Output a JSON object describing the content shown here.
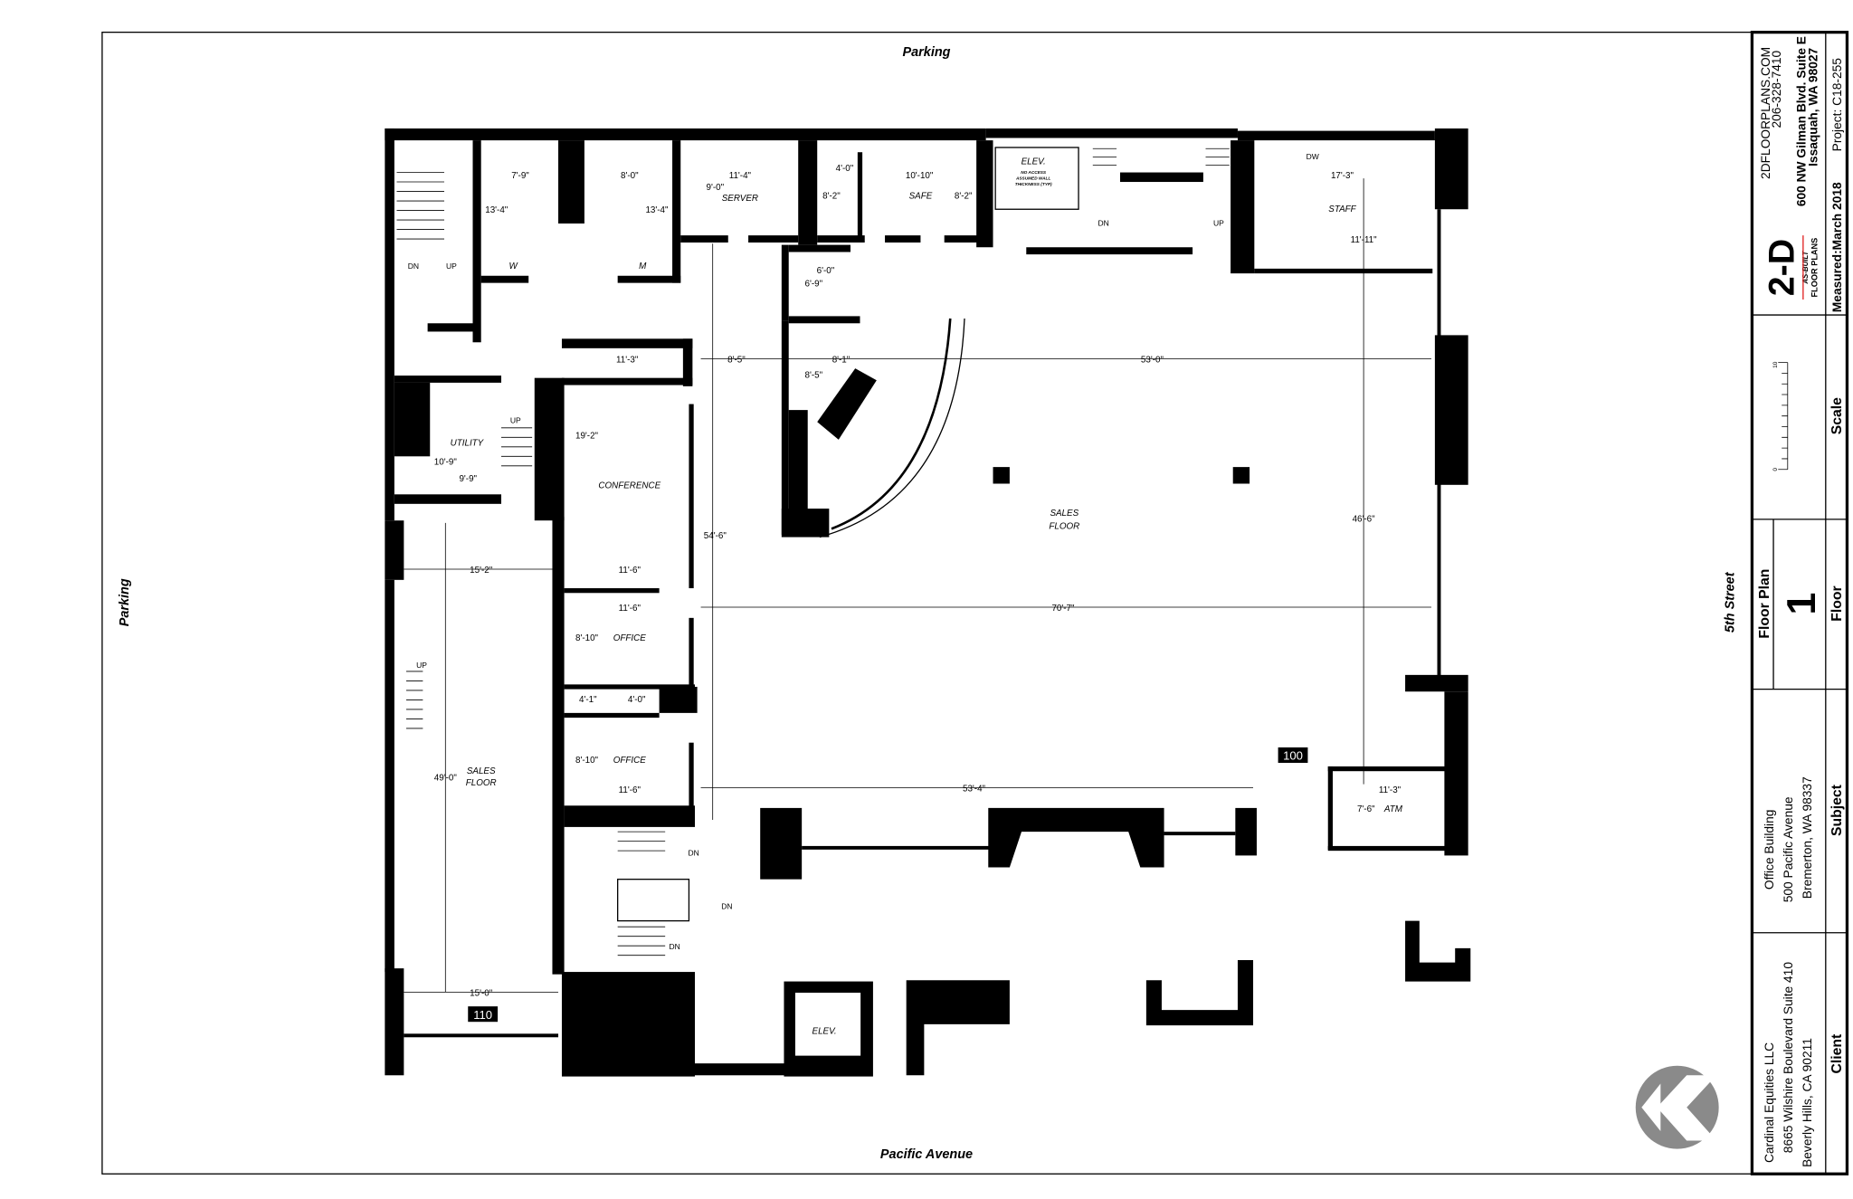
{
  "streets": {
    "top": "Parking",
    "left": "Parking",
    "bottom": "Pacific Avenue",
    "right": "5th Street"
  },
  "rooms": {
    "server": "SERVER",
    "safe": "SAFE",
    "staff": "STAFF",
    "utility": "UTILITY",
    "conference": "CONFERENCE",
    "office1": "OFFICE",
    "office2": "OFFICE",
    "sales_main_1": "SALES",
    "sales_main_2": "FLOOR",
    "sales_left_1": "SALES",
    "sales_left_2": "FLOOR",
    "atm": "ATM",
    "elev1": "ELEV.",
    "elev2": "ELEV.",
    "elev3": "ELEV.",
    "womens": "W",
    "mens": "M",
    "dishwasher": "DW"
  },
  "elevator_note": [
    "NO ACCESS",
    "ASSUMED WALL",
    "THICKNESS (TYP)"
  ],
  "stairs": [
    "DN",
    "UP",
    "UP",
    "UP",
    "DN",
    "DN",
    "DN",
    "DN",
    "UP"
  ],
  "units": {
    "main": "100",
    "left": "110"
  },
  "dimensions": [
    "7'-9\"",
    "8'-0\"",
    "13'-4\"",
    "13'-4\"",
    "11'-4\"",
    "9'-0\"",
    "4'-0\"",
    "10'-10\"",
    "8'-2\"",
    "8'-2\"",
    "17'-3\"",
    "11'-11\"",
    "6'-0\"",
    "6'-9\"",
    "11'-3\"",
    "8'-5\"",
    "8'-1\"",
    "8'-5\"",
    "53'-0\"",
    "19'-2\"",
    "10'-9\"",
    "9'-9\"",
    "54'-6\"",
    "46'-6\"",
    "15'-2\"",
    "11'-6\"",
    "11'-6\"",
    "70'-7\"",
    "8'-10\"",
    "4'-1\"",
    "4'-0\"",
    "8'-10\"",
    "11'-6\"",
    "53'-4\"",
    "11'-3\"",
    "7'-6\"",
    "49'-0\"",
    "15'-0\""
  ],
  "title_block": {
    "company_web": "2DFLOORPLANS.COM",
    "company_phone": "206-328-7410",
    "company_address1": "600 NW Gilman Blvd.  Suite E",
    "company_address2": "Issaquah, WA  98027",
    "logo_main": "2-D",
    "logo_sub1": "AS-BUILT",
    "logo_sub2": "FLOOR PLANS",
    "project": "Project: C18-255",
    "measured": "Measured:March 2018",
    "scale_label": "Scale",
    "scale_min": "0",
    "scale_max": "10",
    "floor_plan_label": "Floor Plan",
    "floor_number": "1",
    "floor_label": "Floor",
    "subject_lines": [
      "Office Building",
      "500 Pacific Avenue",
      "Bremerton, WA  98337"
    ],
    "subject_label": "Subject",
    "client_lines": [
      "Cardinal Equities LLC",
      "8665 Wilshire Boulevard  Suite 410",
      "Beverly Hills, CA  90211"
    ],
    "client_label": "Client"
  },
  "colors": {
    "ink": "#000000",
    "paper": "#ffffff",
    "logo_accent": "#e02020",
    "compass_gray": "#8a8a8a"
  }
}
